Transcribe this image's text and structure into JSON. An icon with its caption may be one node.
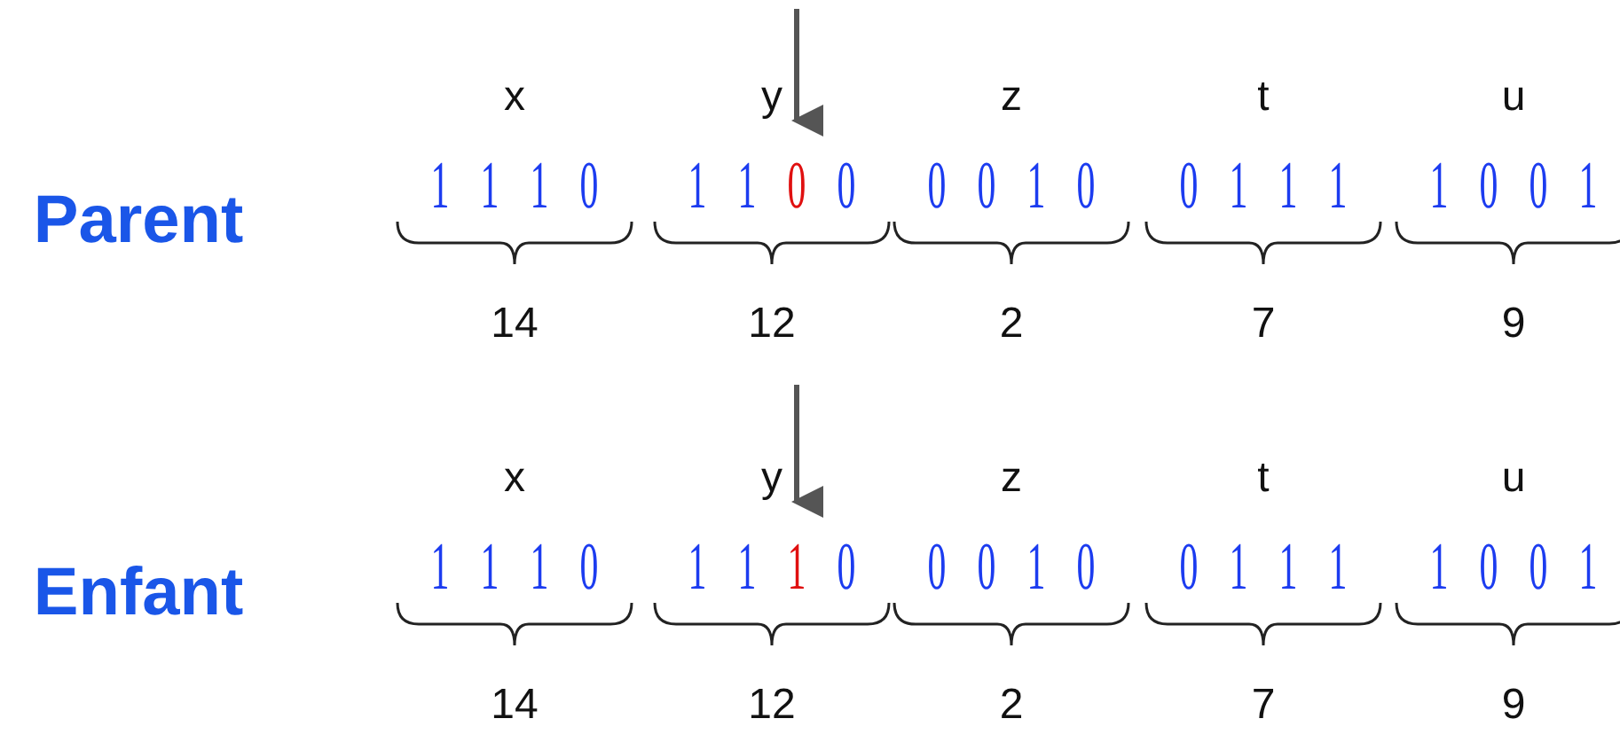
{
  "diagram": {
    "labels": [
      "x",
      "y",
      "z",
      "t",
      "u",
      "Parent",
      "1",
      "1",
      "1",
      "0",
      "1",
      "1",
      "0",
      "0",
      "0",
      "0",
      "1",
      "0",
      "0",
      "1",
      "1",
      "1",
      "1",
      "0",
      "0",
      "1",
      "14",
      "12",
      "2",
      "7",
      "9",
      "x",
      "y",
      "z",
      "t",
      "u",
      "Enfant",
      "1",
      "1",
      "1",
      "0",
      "1",
      "1",
      "1",
      "0",
      "0",
      "0",
      "1",
      "0",
      "0",
      "1",
      "1",
      "1",
      "1",
      "0",
      "0",
      "1",
      "14",
      "12",
      "2",
      "7",
      "9"
    ]
  }
}
